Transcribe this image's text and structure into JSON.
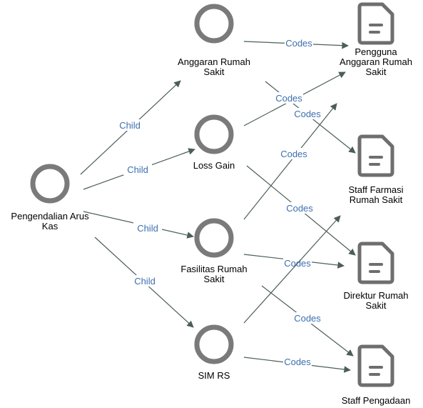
{
  "diagram": {
    "nodes": [
      {
        "id": "pak",
        "kind": "circle",
        "label_lines": [
          "Pengendalian Arus",
          "Kas"
        ]
      },
      {
        "id": "ars",
        "kind": "circle",
        "label_lines": [
          "Anggaran Rumah",
          "Sakit"
        ]
      },
      {
        "id": "lg",
        "kind": "circle",
        "label_lines": [
          "Loss Gain"
        ]
      },
      {
        "id": "frs",
        "kind": "circle",
        "label_lines": [
          "Fasilitas Rumah",
          "Sakit"
        ]
      },
      {
        "id": "sim",
        "kind": "circle",
        "label_lines": [
          "SIM RS"
        ]
      },
      {
        "id": "pars",
        "kind": "document",
        "label_lines": [
          "Pengguna",
          "Anggaran Rumah",
          "Sakit"
        ]
      },
      {
        "id": "sfrs",
        "kind": "document",
        "label_lines": [
          "Staff Farmasi",
          "Rumah Sakit"
        ]
      },
      {
        "id": "drs",
        "kind": "document",
        "label_lines": [
          "Direktur Rumah",
          "Sakit"
        ]
      },
      {
        "id": "sp",
        "kind": "document",
        "label_lines": [
          "Staff Pengadaan"
        ]
      }
    ],
    "edges": [
      {
        "from": "pak",
        "to": "ars",
        "label": "Child"
      },
      {
        "from": "pak",
        "to": "lg",
        "label": "Child"
      },
      {
        "from": "pak",
        "to": "frs",
        "label": "Child"
      },
      {
        "from": "pak",
        "to": "sim",
        "label": "Child"
      },
      {
        "from": "ars",
        "to": "pars",
        "label": "Codes"
      },
      {
        "from": "ars",
        "to": "sfrs",
        "label": "Codes"
      },
      {
        "from": "lg",
        "to": "pars",
        "label": "Codes"
      },
      {
        "from": "lg",
        "to": "drs",
        "label": "Codes"
      },
      {
        "from": "frs",
        "to": "pars",
        "label": "Codes"
      },
      {
        "from": "frs",
        "to": "drs",
        "label": "Codes"
      },
      {
        "from": "frs",
        "to": "sp",
        "label": "Codes"
      },
      {
        "from": "sim",
        "to": "sfrs",
        "label": "Codes"
      },
      {
        "from": "sim",
        "to": "sp",
        "label": "Codes"
      }
    ],
    "colors": {
      "circle_stroke": "#7a7a7a",
      "document": "#6e6e6e",
      "edge": "#4b5e57",
      "edge_label": "#3d6fb0",
      "node_label": "#000000"
    }
  }
}
